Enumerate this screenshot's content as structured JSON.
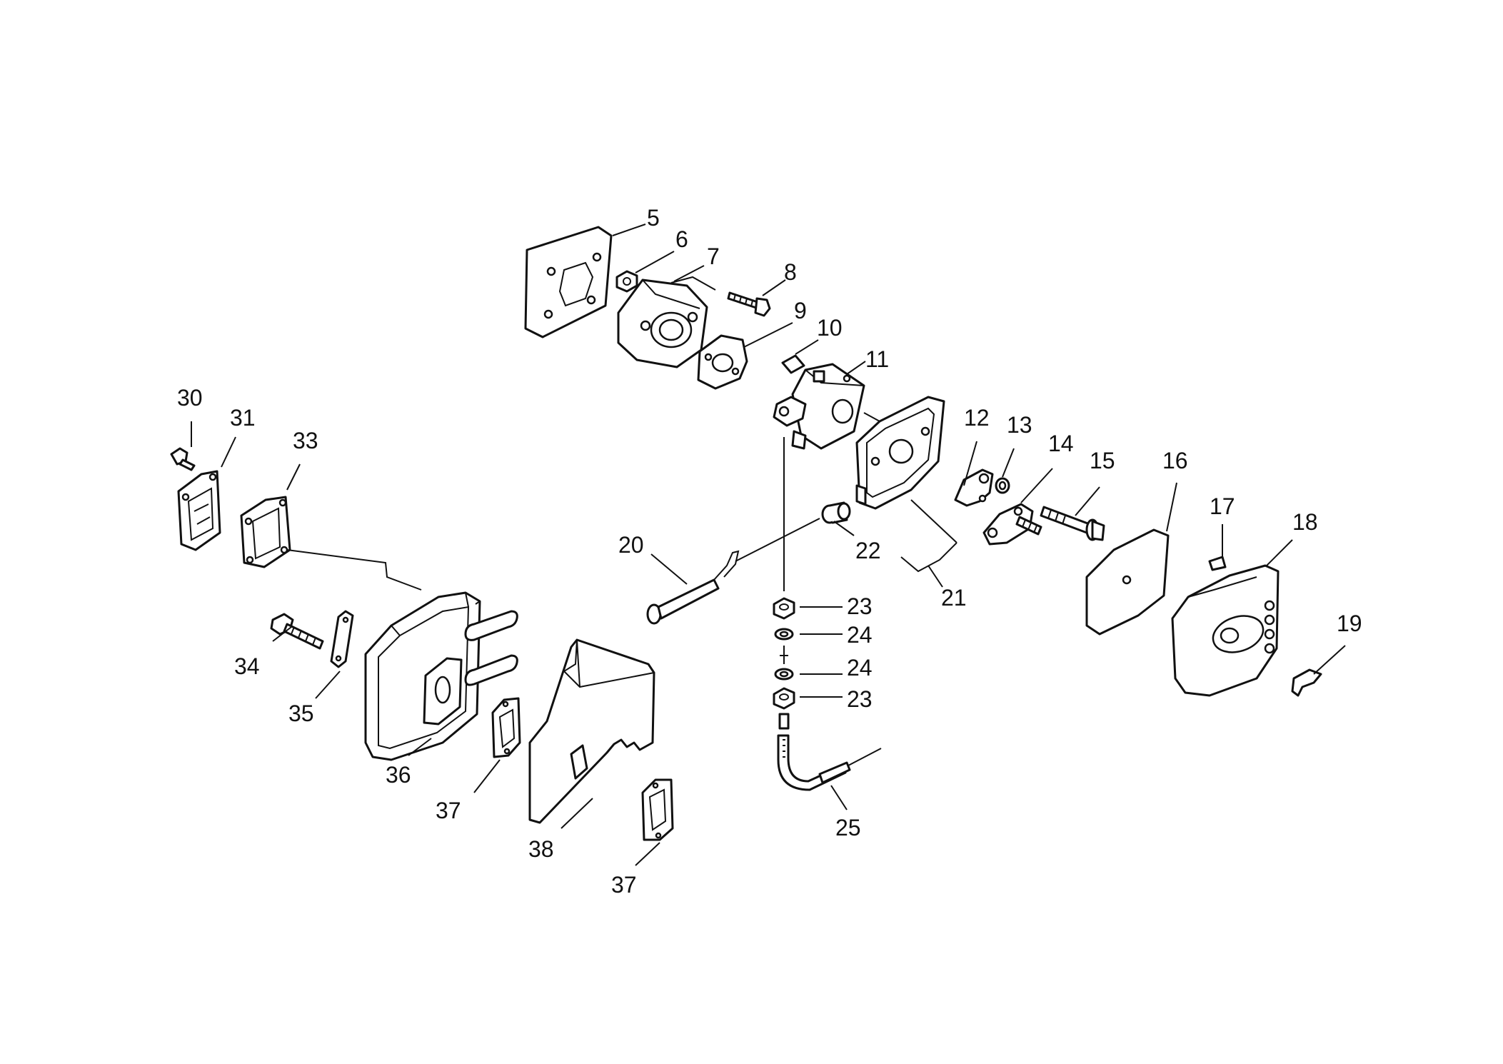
{
  "callouts": [
    {
      "id": "c5",
      "label": "5"
    },
    {
      "id": "c6",
      "label": "6"
    },
    {
      "id": "c7",
      "label": "7"
    },
    {
      "id": "c8",
      "label": "8"
    },
    {
      "id": "c9",
      "label": "9"
    },
    {
      "id": "c10",
      "label": "10"
    },
    {
      "id": "c11",
      "label": "11"
    },
    {
      "id": "c12",
      "label": "12"
    },
    {
      "id": "c13",
      "label": "13"
    },
    {
      "id": "c14",
      "label": "14"
    },
    {
      "id": "c15",
      "label": "15"
    },
    {
      "id": "c16",
      "label": "16"
    },
    {
      "id": "c17",
      "label": "17"
    },
    {
      "id": "c18",
      "label": "18"
    },
    {
      "id": "c19",
      "label": "19"
    },
    {
      "id": "c20",
      "label": "20"
    },
    {
      "id": "c21",
      "label": "21"
    },
    {
      "id": "c22",
      "label": "22"
    },
    {
      "id": "c23a",
      "label": "23"
    },
    {
      "id": "c24a",
      "label": "24"
    },
    {
      "id": "c24b",
      "label": "24"
    },
    {
      "id": "c23b",
      "label": "23"
    },
    {
      "id": "c25",
      "label": "25"
    },
    {
      "id": "c30",
      "label": "30"
    },
    {
      "id": "c31",
      "label": "31"
    },
    {
      "id": "c33",
      "label": "33"
    },
    {
      "id": "c34",
      "label": "34"
    },
    {
      "id": "c35",
      "label": "35"
    },
    {
      "id": "c36",
      "label": "36"
    },
    {
      "id": "c37a",
      "label": "37"
    },
    {
      "id": "c38",
      "label": "38"
    },
    {
      "id": "c37b",
      "label": "37"
    }
  ]
}
